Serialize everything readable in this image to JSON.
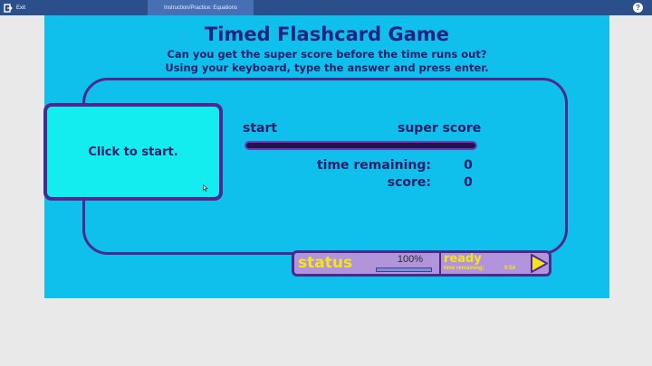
{
  "topbar": {
    "exit_label": "Exit",
    "course_tab_label": "Instruction/Practice: Equations",
    "help_label": "?"
  },
  "game": {
    "title": "Timed Flashcard Game",
    "subtitle_line1": "Can you get the super score before the time runs out?",
    "subtitle_line2": "Using your keyboard, type the answer and press enter.",
    "start_card_label": "Click to start.",
    "progress_start_label": "start",
    "progress_end_label": "super score",
    "progress_value": 0,
    "time_remaining_label": "time remaining:",
    "time_remaining_value": "0",
    "score_label": "score:",
    "score_value": "0"
  },
  "status_bar": {
    "status_label": "status",
    "percent_label": "100%",
    "percent_value": 1.0,
    "ready_label": "ready",
    "time_remaining_label": "time remaining:",
    "time_remaining_value": "0:54"
  },
  "colors": {
    "topbar": "#2b4f8a",
    "stage": "#10c0ec",
    "card": "#14edf0",
    "border": "#4b2a8e",
    "text": "#1d1f6a",
    "status_bg": "#b294dc",
    "status_text": "#f6e41a"
  },
  "icons": {
    "exit": "exit-door-icon",
    "help": "help-icon",
    "play": "play-arrow-icon",
    "cursor": "mouse-cursor-icon"
  }
}
